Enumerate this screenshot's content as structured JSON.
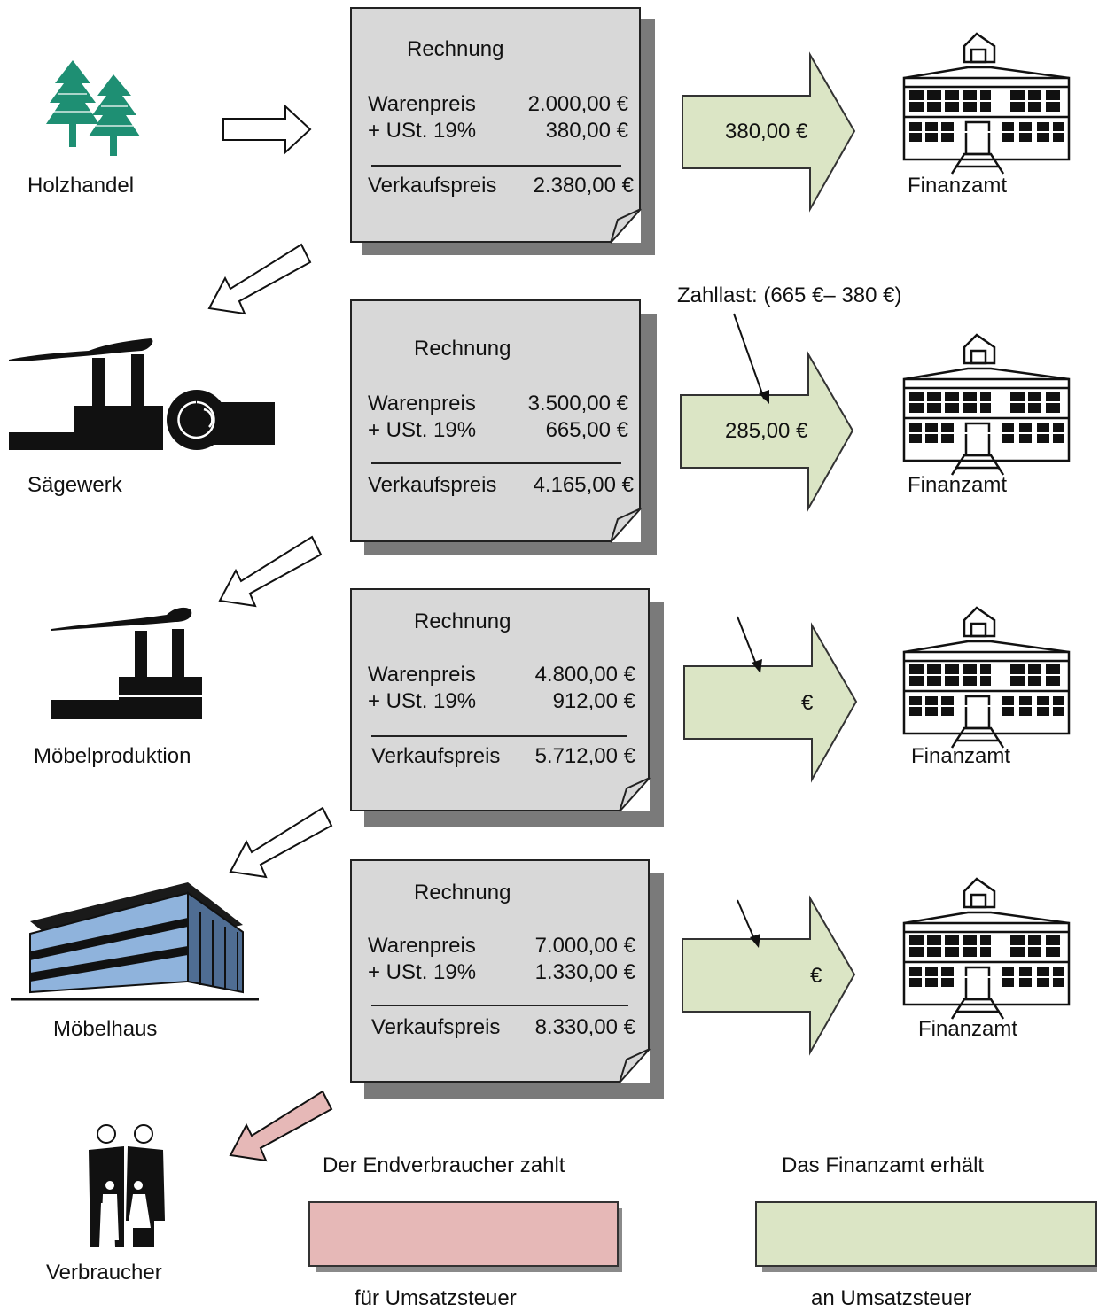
{
  "stations": [
    {
      "label": "Holzhandel"
    },
    {
      "label": "Sägewerk"
    },
    {
      "label": "Möbelproduktion"
    },
    {
      "label": "Möbelhaus"
    },
    {
      "label": "Verbraucher"
    }
  ],
  "invoices": [
    {
      "title": "Rechnung",
      "price_label": "Warenpreis",
      "price": "2.000,00 €",
      "tax_label": "+ USt. 19%",
      "tax": "380,00 €",
      "total_label": "Verkaufspreis",
      "total": "2.380,00 €"
    },
    {
      "title": "Rechnung",
      "price_label": "Warenpreis",
      "price": "3.500,00 €",
      "tax_label": "+ USt. 19%",
      "tax": "665,00 €",
      "total_label": "Verkaufspreis",
      "total": "4.165,00 €"
    },
    {
      "title": "Rechnung",
      "price_label": "Warenpreis",
      "price": "4.800,00 €",
      "tax_label": "+ USt. 19%",
      "tax": "912,00 €",
      "total_label": "Verkaufspreis",
      "total": "5.712,00 €"
    },
    {
      "title": "Rechnung",
      "price_label": "Warenpreis",
      "price": "7.000,00 €",
      "tax_label": "+ USt. 19%",
      "tax": "1.330,00 €",
      "total_label": "Verkaufspreis",
      "total": "8.330,00 €"
    }
  ],
  "payments": [
    {
      "amount": "380,00 €"
    },
    {
      "amount": "285,00 €"
    },
    {
      "amount": "€"
    },
    {
      "amount": "€"
    }
  ],
  "tax_office": {
    "label": "Finanzamt"
  },
  "zahllast_note": "Zahllast: (665 €– 380 €)",
  "legend": {
    "consumer_pays": "Der Endverbraucher zahlt",
    "office_receives": "Das Finanzamt erhält",
    "consumer_caption": "für Umsatzsteuer",
    "office_caption": "an Umsatzsteuer"
  },
  "colors": {
    "tax_arrow": "#dbe5c5",
    "consumer_arrow": "#e6b8b7",
    "invoice_bg": "#d8d8d8",
    "tree": "#1e8f73",
    "building_blue": "#8fb3dc"
  },
  "icons": [
    "tree-icon",
    "sawmill-icon",
    "factory-icon",
    "furniture-store-icon",
    "family-icon",
    "tax-office-building-icon"
  ]
}
